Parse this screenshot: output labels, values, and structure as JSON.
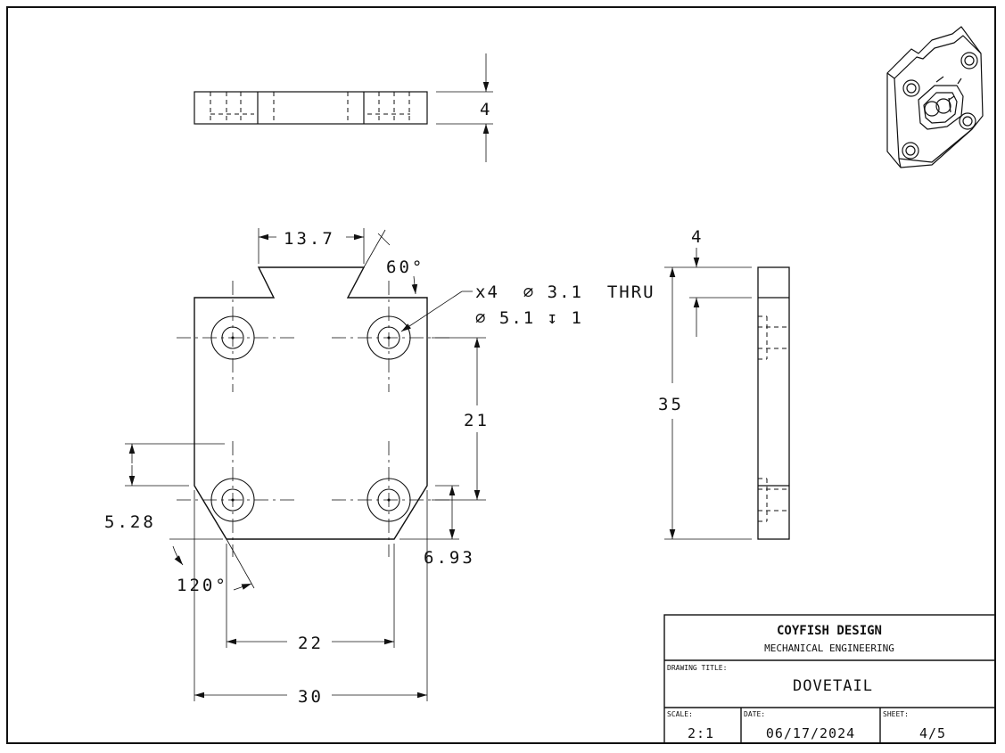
{
  "top_view": {
    "thickness_dim": "4"
  },
  "front_view": {
    "dim_dovetail_width": "13.7",
    "dim_dovetail_angle": "60°",
    "hole_callout_line1": "x4  ∅ 3.1  THRU",
    "hole_callout_line2": "∅ 5.1 ↧ 1",
    "dim_hole_spacing_vertical": "21",
    "dim_chamfer_height_left": "5.28",
    "dim_chamfer_angle": "120°",
    "dim_chamfer_height_right": "6.93",
    "dim_hole_spacing_horizontal": "22",
    "dim_overall_width": "30"
  },
  "side_view": {
    "dim_top_step": "4",
    "dim_overall_height": "35"
  },
  "title_block": {
    "company": "COYFISH DESIGN",
    "department": "MECHANICAL ENGINEERING",
    "drawing_title_caption": "DRAWING TITLE:",
    "drawing_title": "DOVETAIL",
    "scale_caption": "SCALE:",
    "scale": "2:1",
    "date_caption": "DATE:",
    "date": "06/17/2024",
    "sheet_caption": "SHEET:",
    "sheet": "4/5"
  }
}
